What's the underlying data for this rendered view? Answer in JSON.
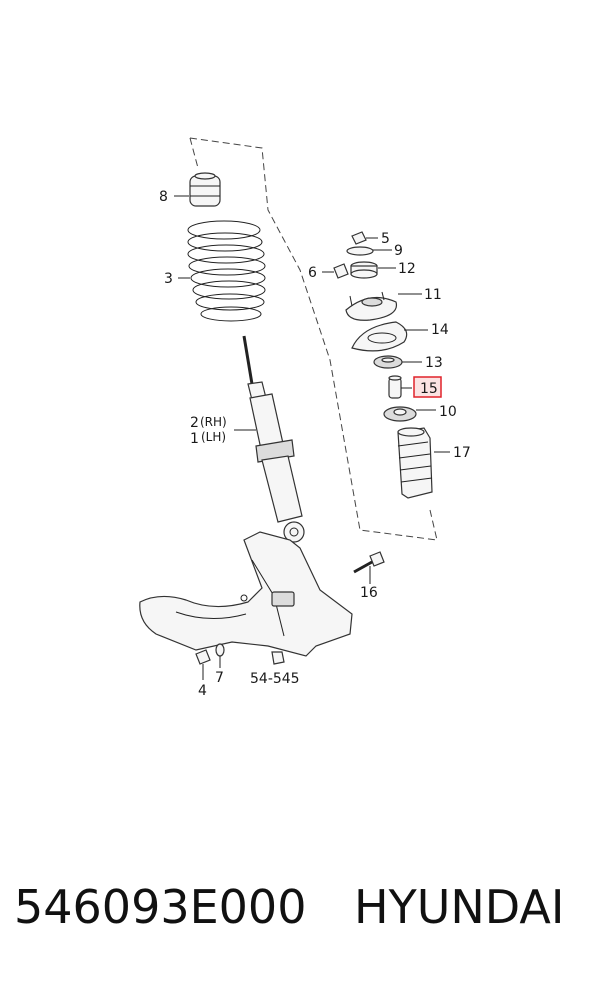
{
  "callouts": {
    "p8": "8",
    "p3": "3",
    "p2": "2",
    "p1": "1",
    "rh": "(RH)",
    "lh": "(LH)",
    "p5": "5",
    "p9": "9",
    "p6": "6",
    "p12": "12",
    "p11": "11",
    "p14": "14",
    "p13": "13",
    "p15": "15",
    "p10": "10",
    "p17": "17",
    "p16": "16",
    "p4": "4",
    "p7": "7",
    "p54": "54-545"
  },
  "highlight_color": "#e0222a",
  "footer": {
    "part_number": "546093E000",
    "brand": "HYUNDAI"
  }
}
